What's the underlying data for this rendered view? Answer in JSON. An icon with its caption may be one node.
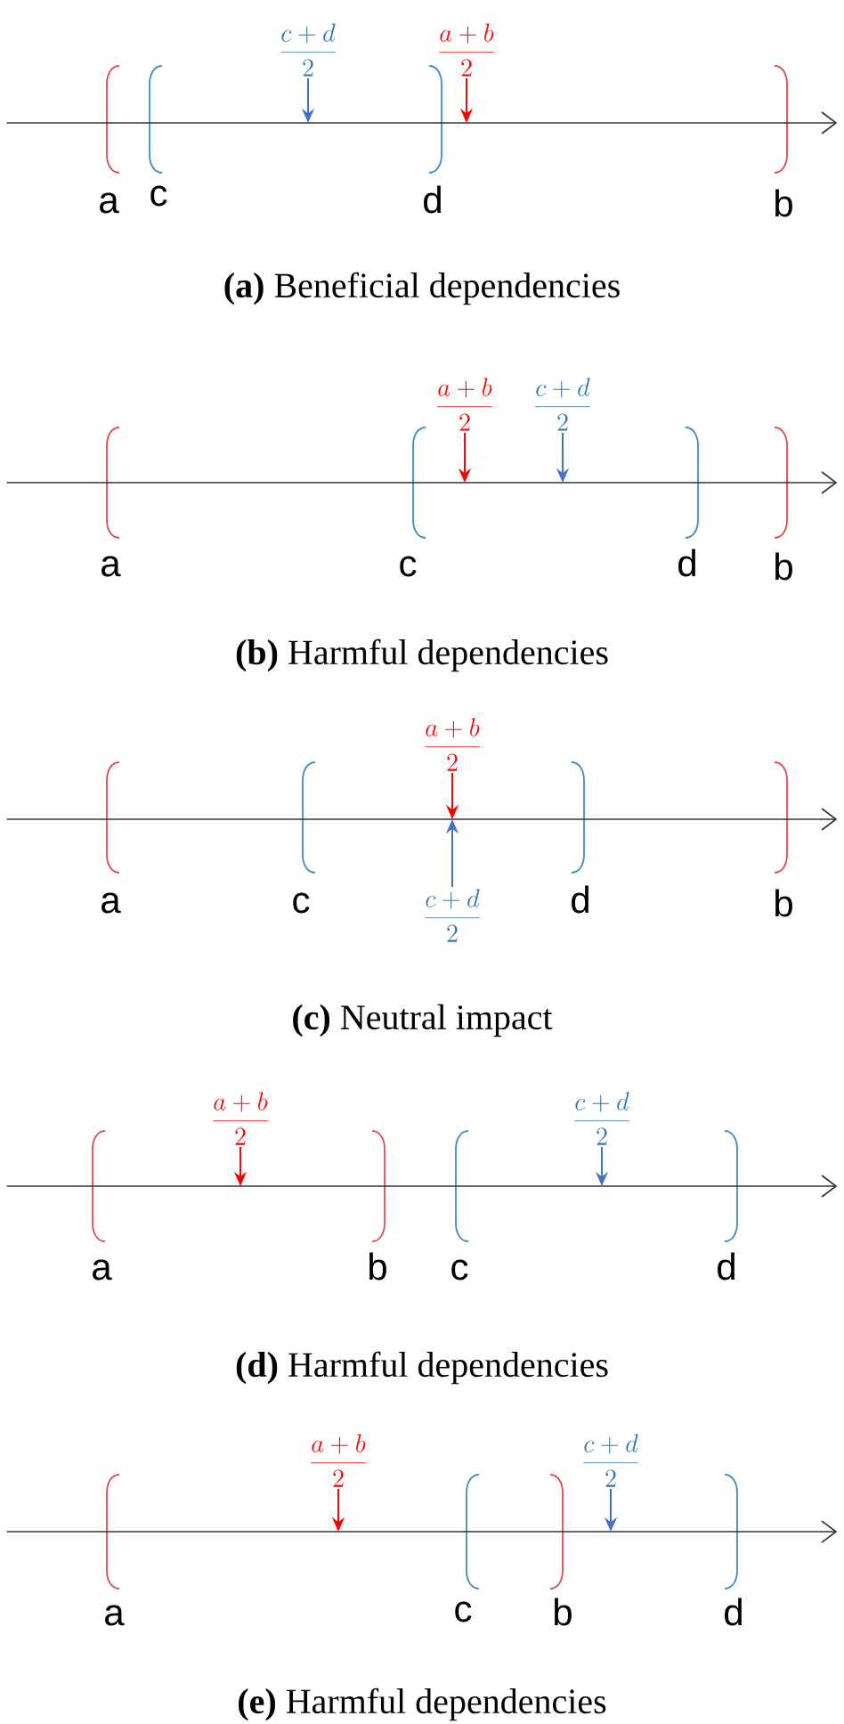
{
  "diagram": {
    "nodes": [
      {
        "text": [
          "\\frac{c+d}{2}"
        ]
      },
      {
        "text": [
          "\\frac{a+b}{2}"
        ]
      },
      {
        "text": [
          "\\frac{a+b}{2}"
        ]
      },
      {
        "text": [
          "\\frac{c+d}{2}"
        ]
      },
      {
        "text": [
          "\\frac{a+b}{2}"
        ]
      },
      {
        "text": [
          "\\frac{c+d}{2}"
        ]
      },
      {
        "text": [
          "\\frac{a+b}{2}"
        ]
      },
      {
        "text": [
          "\\frac{c+d}{2}"
        ]
      },
      {
        "text": [
          "\\frac{a+b}{2}"
        ]
      },
      {
        "text": [
          "\\frac{c+d}{2}"
        ]
      },
      {
        "text": [],
        "shape": "axis"
      },
      {
        "text": [],
        "shape": "axis"
      },
      {
        "text": [],
        "shape": "axis"
      },
      {
        "text": [],
        "shape": "axis"
      },
      {
        "text": [],
        "shape": "axis"
      }
    ],
    "edges": [
      {
        "from": 0,
        "to": 10,
        "arrow": "to",
        "color": "#4472c4"
      },
      {
        "from": 1,
        "to": 10,
        "arrow": "to",
        "color": "#ff0000"
      },
      {
        "from": 2,
        "to": 11,
        "arrow": "to",
        "color": "#ff0000"
      },
      {
        "from": 3,
        "to": 11,
        "arrow": "to",
        "color": "#4472c4"
      },
      {
        "from": 4,
        "to": 12,
        "arrow": "to",
        "color": "#ff0000"
      },
      {
        "from": 5,
        "to": 12,
        "arrow": "to",
        "color": "#4472c4"
      },
      {
        "from": 6,
        "to": 13,
        "arrow": "to",
        "color": "#ff0000"
      },
      {
        "from": 7,
        "to": 13,
        "arrow": "to",
        "color": "#4472c4"
      },
      {
        "from": 8,
        "to": 14,
        "arrow": "to",
        "color": "#ff0000"
      },
      {
        "from": 9,
        "to": 14,
        "arrow": "to",
        "color": "#4472c4"
      }
    ],
    "labels": [
      "a",
      "c",
      "d",
      "b",
      "**(a)** Beneficial dependencies",
      "a",
      "c",
      "d",
      "b",
      "**(b)** Harmful dependencies",
      "a",
      "c",
      "d",
      "b",
      "**(c)** Neutral impact",
      "a",
      "b",
      "c",
      "d",
      "**(d)** Harmful dependencies",
      "a",
      "c",
      "b",
      "d",
      "**(e)** Harmful dependencies"
    ]
  }
}
